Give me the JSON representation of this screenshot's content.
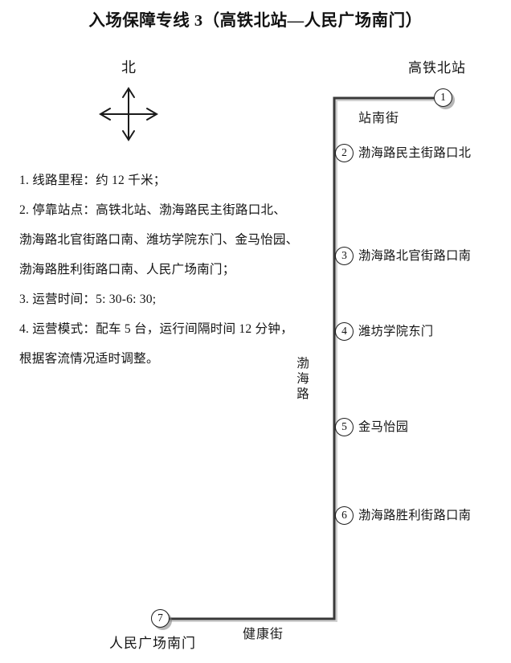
{
  "title": "入场保障专线 3（高铁北站—人民广场南门）",
  "compass": {
    "north_label": "北",
    "icon": "four-way-arrow-cross"
  },
  "info": {
    "lines": [
      "1. 线路里程：约 12 千米；",
      "2. 停靠站点：高铁北站、渤海路民主街路口北、",
      "渤海路北官街路口南、潍坊学院东门、金马怡园、",
      "渤海路胜利街路口南、人民广场南门；",
      "3. 运营时间：5: 30-6: 30;",
      "4. 运营模式：配车 5 台，运行间隔时间 12 分钟，",
      "根据客流情况适时调整。"
    ]
  },
  "route": {
    "line_color": "#3a3a3a",
    "marker_shadow_color": "#787878",
    "terminal_start_label": "高铁北站",
    "terminal_end_label": "人民广场南门",
    "street_top": "站南街",
    "street_bottom": "健康街",
    "road_vertical": "渤\n海\n路",
    "stations": [
      {
        "number": "①",
        "name": "高铁北站",
        "terminal": true
      },
      {
        "number": "②",
        "name": "渤海路民主街路口北",
        "terminal": false
      },
      {
        "number": "③",
        "name": "渤海路北官街路口南",
        "terminal": false
      },
      {
        "number": "④",
        "name": "潍坊学院东门",
        "terminal": false
      },
      {
        "number": "⑤",
        "name": "金马怡园",
        "terminal": false
      },
      {
        "number": "⑥",
        "name": "渤海路胜利街路口南",
        "terminal": false
      },
      {
        "number": "⑦",
        "name": "人民广场南门",
        "terminal": true
      }
    ],
    "station_digits": [
      "1",
      "2",
      "3",
      "4",
      "5",
      "6",
      "7"
    ]
  }
}
